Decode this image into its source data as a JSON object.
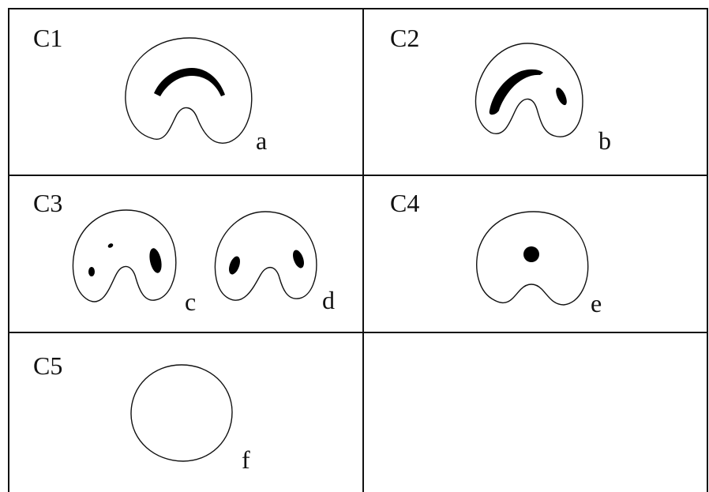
{
  "panels": [
    {
      "id": "C1",
      "letter": "a"
    },
    {
      "id": "C2",
      "letter": "b"
    },
    {
      "id": "C3",
      "letters": [
        "c",
        "d"
      ]
    },
    {
      "id": "C4",
      "letter": "e"
    },
    {
      "id": "C5",
      "letter": "f"
    }
  ],
  "colors": {
    "line": "#111111",
    "fill": "#000000",
    "background": "#ffffff"
  }
}
